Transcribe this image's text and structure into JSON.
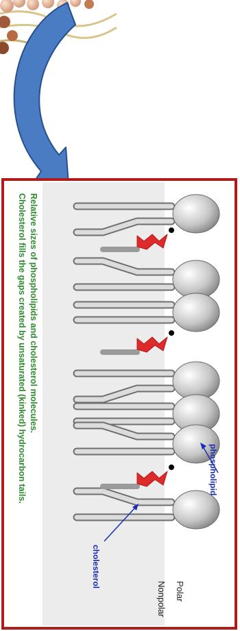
{
  "labels": {
    "phospholipid": "phospholipid",
    "cholesterol": "cholesterol",
    "polar": "Polar",
    "nonpolar": "Nonpolar"
  },
  "caption": {
    "line1": "Relative sizes of phospholipids and cholesterol molecules.",
    "line2": "Cholesterol fills the gaps created by unsaturated (kinked) hydrocarbon tails."
  },
  "colors": {
    "frame": "#b01c1c",
    "arrow": "#4a7cc4",
    "head": "#b8b8b8",
    "cholesterol": "#dd2a2a",
    "label": "#1b2db5",
    "caption": "#2e8b2e"
  },
  "icons": [
    "curved-arrow-icon",
    "phospholipid-icon",
    "cholesterol-icon"
  ]
}
